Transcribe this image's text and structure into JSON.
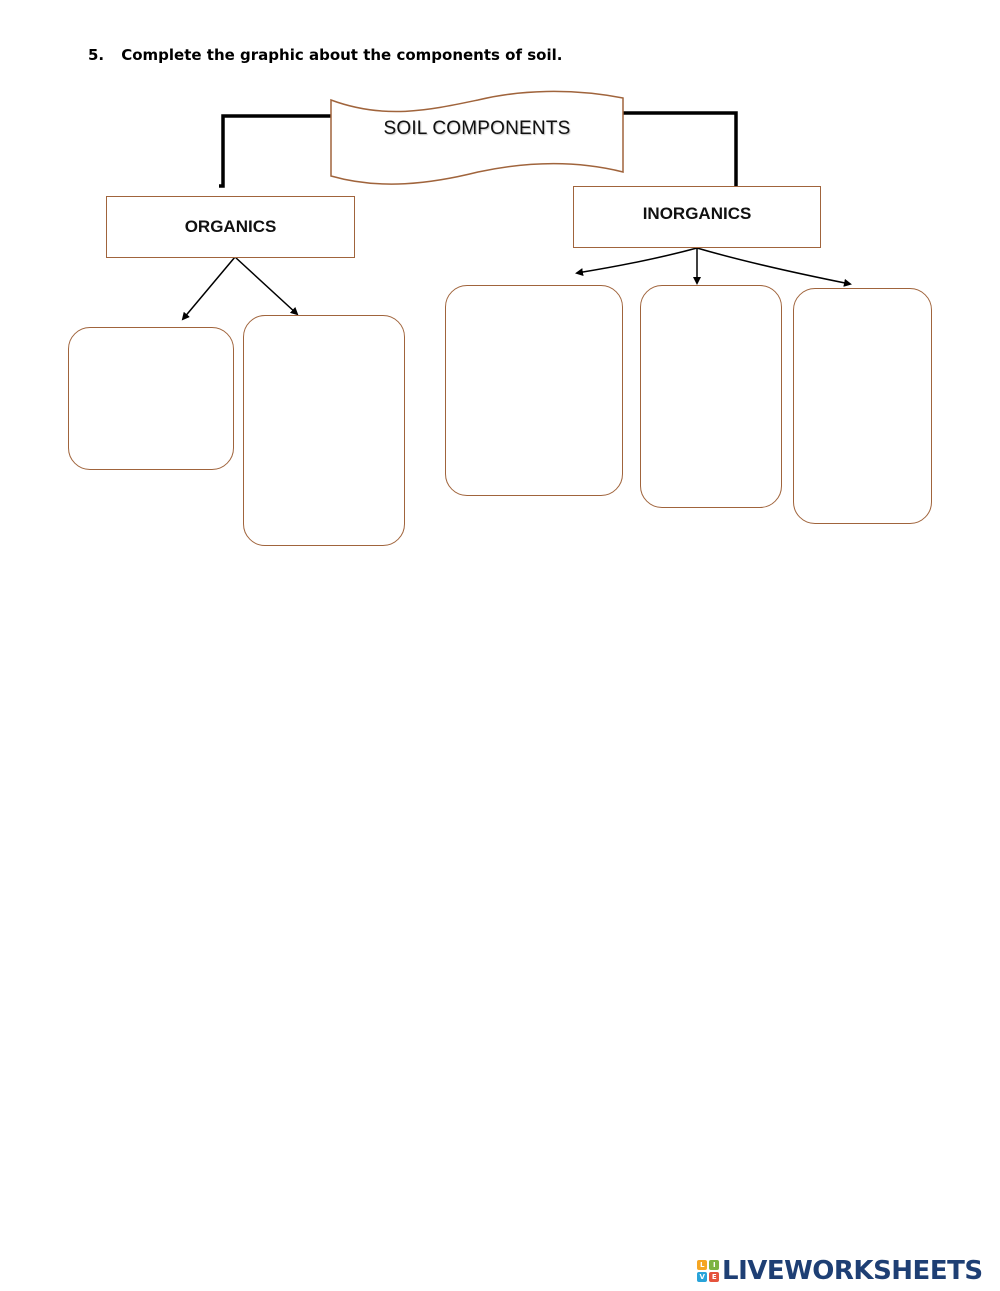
{
  "question": {
    "number": "5.",
    "text": "Complete the graphic about the components of soil."
  },
  "diagram": {
    "title": "SOIL COMPONENTS",
    "categories": [
      {
        "id": "organics",
        "label": "ORGANICS",
        "answer_boxes": 2
      },
      {
        "id": "inorganics",
        "label": "INORGANICS",
        "answer_boxes": 3
      }
    ]
  },
  "brand": {
    "name": "LIVEWORKSHEETS",
    "logo_letters": [
      "L",
      "I",
      "V",
      "E"
    ],
    "logo_colors": [
      "#f5a623",
      "#7cb342",
      "#29a3d9",
      "#e5533d"
    ]
  },
  "colors": {
    "box_border": "#a0643c",
    "connector": "#000000",
    "brand_text": "#1e3f74"
  }
}
